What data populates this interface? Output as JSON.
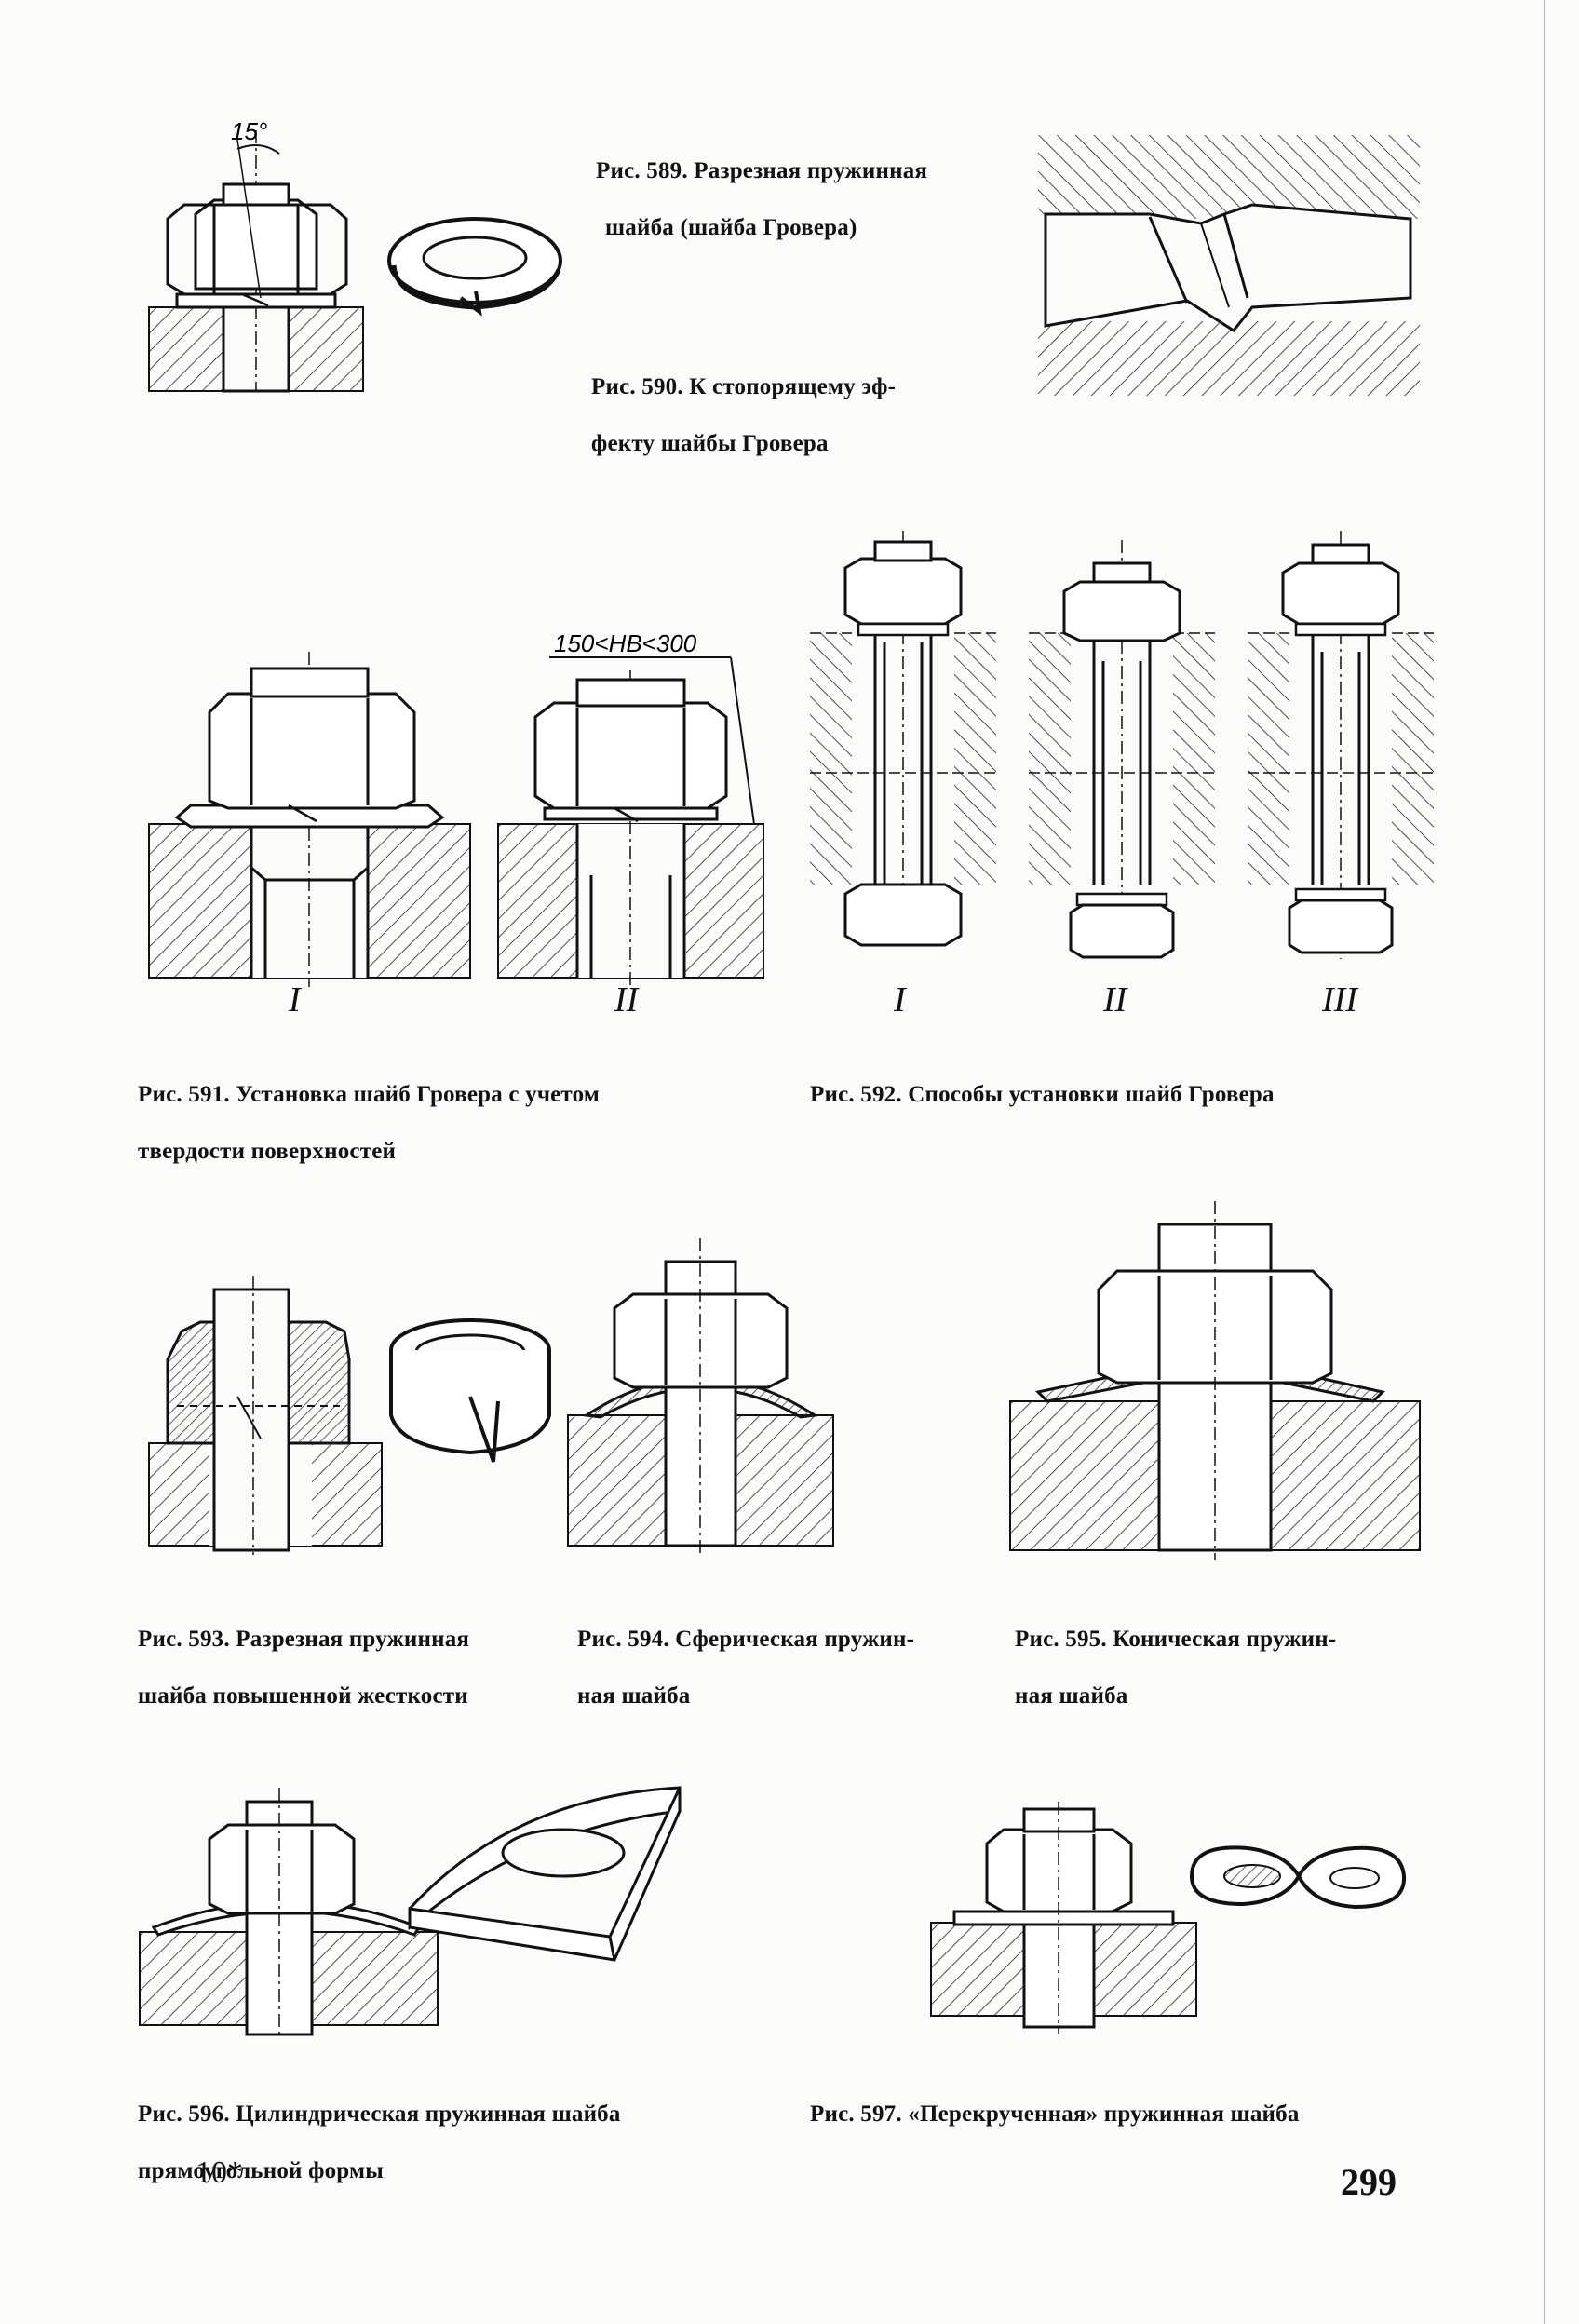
{
  "page": {
    "number": "299",
    "footer_mark": "10*"
  },
  "figures": [
    {
      "id": "589",
      "caption_lines": [
        "Рис. 589. Разрезная пружинная",
        "шайба (шайба Гровера)"
      ],
      "annotation": "15°"
    },
    {
      "id": "590",
      "caption_lines": [
        "Рис. 590. К стопорящему эф-",
        "фекту шайбы Гровера"
      ]
    },
    {
      "id": "591",
      "caption_lines": [
        "Рис. 591. Установка шайб Гровера с учетом",
        "твердости поверхностей"
      ],
      "annotation": "150<HB<300",
      "labels": [
        "I",
        "II"
      ]
    },
    {
      "id": "592",
      "caption_lines": [
        "Рис. 592. Способы установки шайб Гровера"
      ],
      "labels": [
        "I",
        "II",
        "III"
      ]
    },
    {
      "id": "593",
      "caption_lines": [
        "Рис. 593. Разрезная пружинная",
        "шайба повышенной жесткости"
      ]
    },
    {
      "id": "594",
      "caption_lines": [
        "Рис. 594. Сферическая пружин-",
        "ная шайба"
      ]
    },
    {
      "id": "595",
      "caption_lines": [
        "Рис. 595. Коническая пружин-",
        "ная шайба"
      ]
    },
    {
      "id": "596",
      "caption_lines": [
        "Рис. 596. Цилиндрическая пружинная шайба",
        "прямоугольной формы"
      ]
    },
    {
      "id": "597",
      "caption_lines": [
        "Рис. 597. «Перекрученная» пружинная шайба"
      ]
    }
  ]
}
